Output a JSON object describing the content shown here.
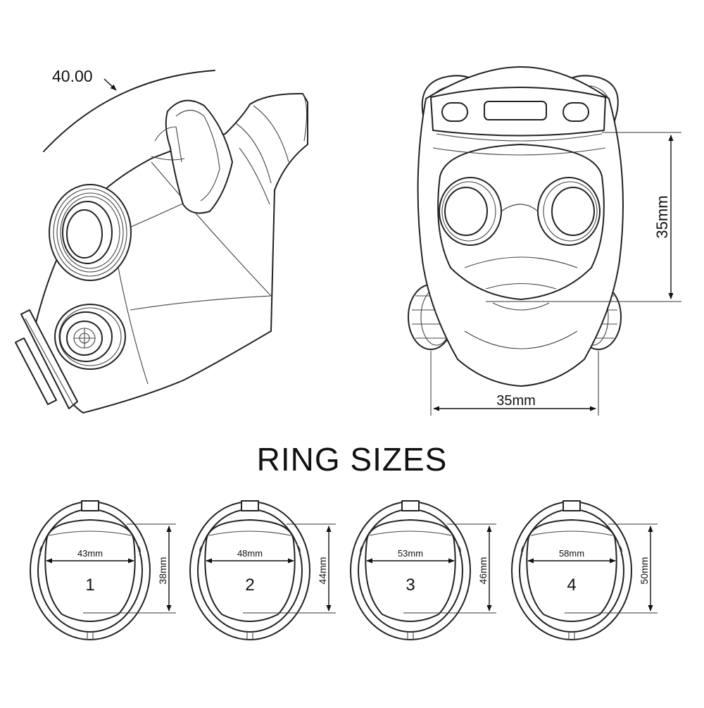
{
  "title": "RING SIZES",
  "angle_label": "40.00",
  "front_view": {
    "height_label": "35mm",
    "width_label": "35mm"
  },
  "rings": [
    {
      "number": "1",
      "width_label": "43mm",
      "height_label": "38mm"
    },
    {
      "number": "2",
      "width_label": "48mm",
      "height_label": "44mm"
    },
    {
      "number": "3",
      "width_label": "53mm",
      "height_label": "46mm"
    },
    {
      "number": "4",
      "width_label": "58mm",
      "height_label": "50mm"
    }
  ]
}
